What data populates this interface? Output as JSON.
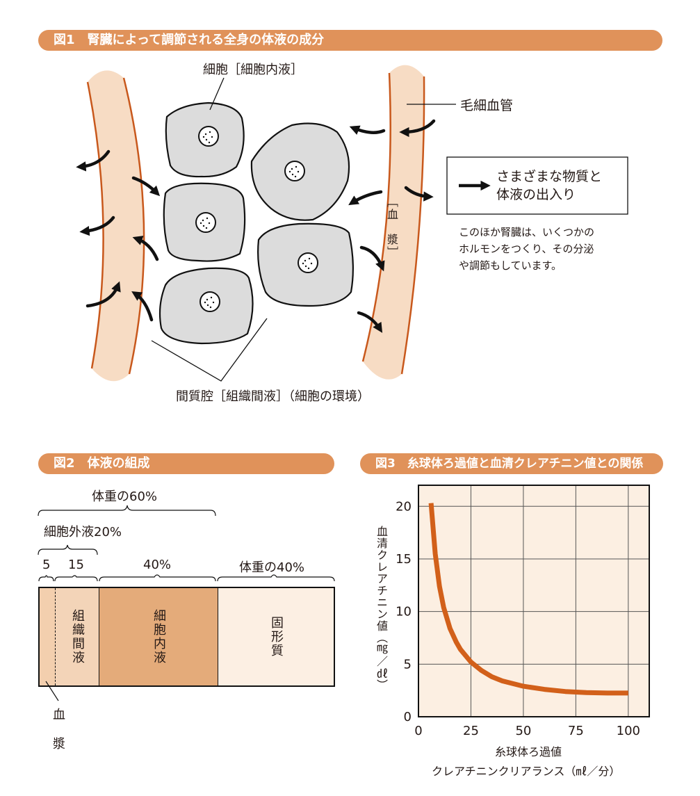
{
  "fig1": {
    "title": "図1　腎臓によって調節される全身の体液の成分",
    "cell_label": "細胞［細胞内液］",
    "capillary_label": "毛細血管",
    "plasma_label": "［血　漿］",
    "legend_text_line1": "さまざまな物質と",
    "legend_text_line2": "体液の出入り",
    "note_line1": "このほか腎臓は、いくつかの",
    "note_line2": "ホルモンをつくり、その分泌",
    "note_line3": "や調節もしています。",
    "interstitial_label": "間質腔［組織間液］（細胞の環境）",
    "colors": {
      "capillary": "#f7dcc4",
      "capillary_edge": "#c8581c",
      "cell": "#dcdcdc"
    }
  },
  "fig2": {
    "title": "図2　体液の組成",
    "label_total60": "体重の60%",
    "label_ecf20": "細胞外液20%",
    "label_5": "5",
    "label_15": "15",
    "label_40": "40%",
    "label_solid40": "体重の40%",
    "seg_interstitial": "組織間液",
    "seg_icf": "細胞内液",
    "seg_solid": "固形質",
    "plasma_char1": "血",
    "plasma_char2": "漿",
    "colors": {
      "plasma": "#f3cfae",
      "interstitial": "#f3d4b8",
      "icf": "#e4ab7a",
      "solid": "#fcefe3"
    }
  },
  "fig3": {
    "title": "図3　糸球体ろ過値と血清クレアチニン値との関係",
    "ylabel": "血清クレアチニン値（㎎／㎗）",
    "xlabel_line1": "糸球体ろ過値",
    "xlabel_line2": "クレアチニンクリアランス（㎖／分）"
  },
  "chart_data": {
    "type": "line",
    "title": "図3　糸球体ろ過値と血清クレアチニン値との関係",
    "xlabel": "糸球体ろ過値 クレアチニンクリアランス（㎖／分）",
    "ylabel": "血清クレアチニン値（㎎／㎗）",
    "xlim": [
      0,
      110
    ],
    "ylim": [
      0,
      22
    ],
    "xticks": [
      0,
      25,
      50,
      75,
      100
    ],
    "yticks": [
      0,
      5,
      10,
      15,
      20
    ],
    "grid": true,
    "series": [
      {
        "color": "#d2601a",
        "x": [
          6,
          8,
          10,
          12,
          15,
          18,
          20,
          25,
          30,
          35,
          40,
          50,
          60,
          70,
          80,
          90,
          100
        ],
        "y": [
          20.3,
          15.5,
          12.4,
          10.4,
          8.4,
          7.1,
          6.4,
          5.2,
          4.4,
          3.8,
          3.4,
          2.9,
          2.6,
          2.4,
          2.3,
          2.25,
          2.25
        ]
      }
    ]
  }
}
